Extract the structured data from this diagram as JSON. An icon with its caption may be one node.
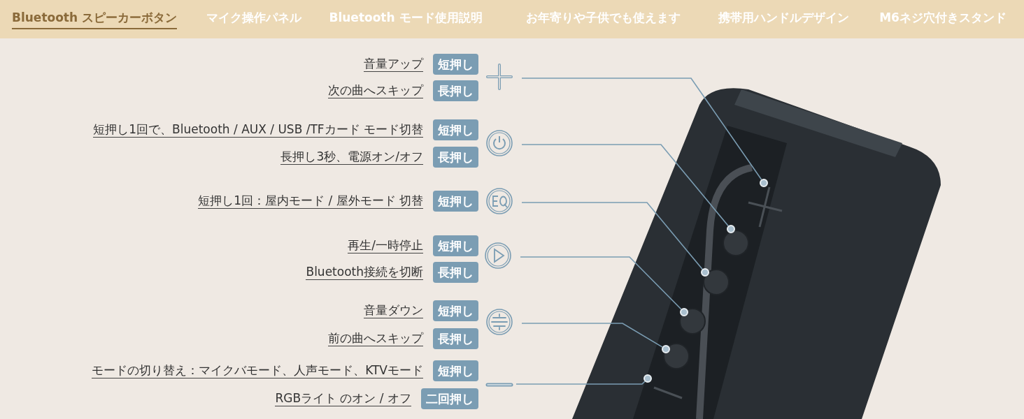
{
  "diagram": {
    "nodes": [
      {
        "text": [
          "短押し"
        ],
        "beside": [
          "音量アップ"
        ]
      },
      {
        "text": [
          "長押し"
        ],
        "beside": [
          "次の曲へスキップ"
        ]
      },
      {
        "text": [],
        "shape": "picture"
      },
      {
        "text": [
          "短押し"
        ],
        "beside": [
          "短押し1回で、Bluetooth / AUX / USB /TFカード モード切替"
        ]
      },
      {
        "text": [
          "長押し"
        ],
        "beside": [
          "長押し3秒、電源オン/オフ"
        ]
      },
      {
        "text": [],
        "shape": "picture"
      },
      {
        "text": [
          "短押し"
        ],
        "beside": [
          "短押し1回：屋内モード / 屋外モード 切替"
        ]
      },
      {
        "text": [],
        "shape": "picture"
      },
      {
        "text": [
          "短押し"
        ],
        "beside": [
          "再生/一時停止"
        ]
      },
      {
        "text": [
          "長押し"
        ],
        "beside": [
          "Bluetooth接続を切断"
        ]
      },
      {
        "text": [],
        "shape": "picture"
      },
      {
        "text": [
          "短押し"
        ],
        "beside": [
          "音量ダウン"
        ]
      },
      {
        "text": [
          "長押し"
        ],
        "beside": [
          "前の曲へスキップ"
        ]
      },
      {
        "text": [],
        "shape": "picture"
      },
      {
        "text": [
          "短押し"
        ],
        "beside": [
          "モードの切り替え：マイクバモード、人声モード、KTVモード"
        ]
      },
      {
        "text": [
          "二回押し"
        ],
        "beside": [
          "RGBライト のオン / オフ"
        ]
      },
      {
        "text": [],
        "shape": "picture"
      },
      {
        "text": [],
        "shape": "circle"
      },
      {
        "text": [],
        "shape": "circle"
      },
      {
        "text": [],
        "shape": "circle"
      },
      {
        "text": [],
        "shape": "circle"
      },
      {
        "text": [],
        "shape": "circle"
      },
      {
        "text": [],
        "shape": "circle"
      }
    ],
    "edges": [
      {
        "from": 2,
        "to": 17,
        "arrow": "none"
      },
      {
        "from": 5,
        "to": 18,
        "arrow": "none"
      },
      {
        "from": 7,
        "to": 19,
        "arrow": "none"
      },
      {
        "from": 10,
        "to": 20,
        "arrow": "none"
      },
      {
        "from": 13,
        "to": 21,
        "arrow": "none"
      },
      {
        "from": 16,
        "to": 22,
        "arrow": "none"
      }
    ],
    "labels": [
      "Bluetooth スピーカーボタン",
      "マイク操作パネル",
      "Bluetooth モード使用説明",
      "お年寄りや子供でも使えます",
      "携帯用ハンドルデザイン",
      "M6ネジ穴付きスタンド"
    ]
  }
}
